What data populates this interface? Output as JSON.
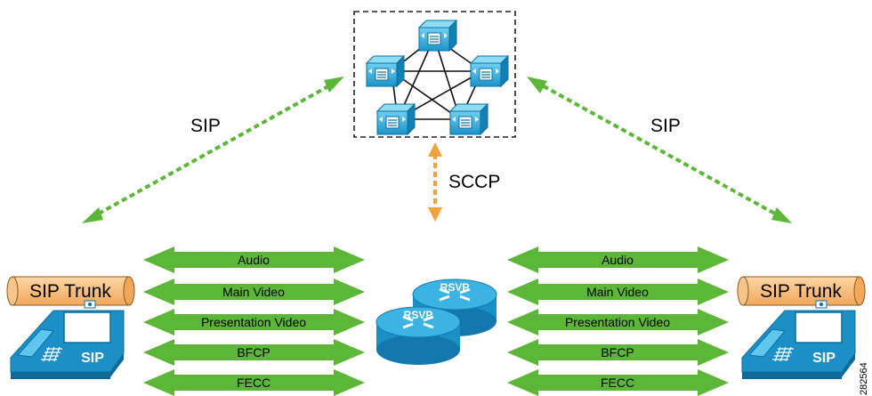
{
  "protocols": {
    "left_sip": "SIP",
    "right_sip": "SIP",
    "sccp": "SCCP"
  },
  "trunks": {
    "left": "SIP Trunk",
    "right": "SIP Trunk"
  },
  "phones": {
    "left_label": "SIP",
    "right_label": "SIP"
  },
  "routers": {
    "top_label": "RSVP",
    "bottom_label": "RSVP"
  },
  "streams": [
    "Audio",
    "Main Video",
    "Presentation Video",
    "BFCP",
    "FECC"
  ],
  "figure_id": "282564",
  "colors": {
    "green": "#5cb638",
    "orange": "#f0a23c",
    "cisco_blue": "#1ea1d6",
    "trunk": "#f7ba73"
  }
}
